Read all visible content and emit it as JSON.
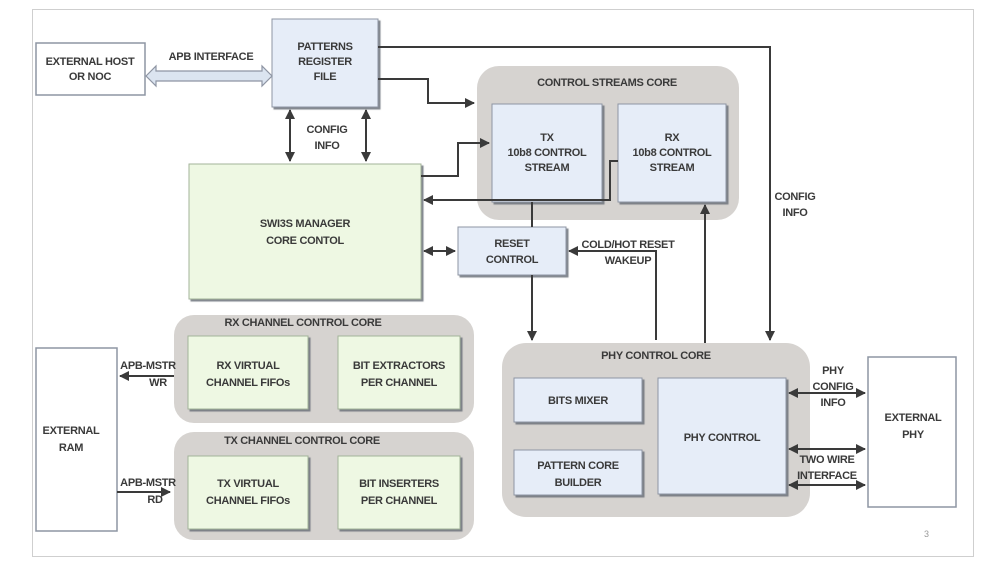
{
  "diagram": {
    "page_number": "3",
    "colors": {
      "blue_box": "#e6edf8",
      "green_box": "#eef8e3",
      "core_group": "#d6d3d0",
      "line": "#3a3a3a",
      "external_box": "#ffffff",
      "apb_arrow": "#dbe4f0"
    },
    "nodes": {
      "external_host": [
        "EXTERNAL HOST",
        "OR NOC"
      ],
      "patterns_register_file": [
        "PATTERNS",
        "REGISTER",
        "FILE"
      ],
      "control_streams_core": "CONTROL STREAMS CORE",
      "tx_control_stream": [
        "TX",
        "10b8 CONTROL",
        "STREAM"
      ],
      "rx_control_stream": [
        "RX",
        "10b8 CONTROL",
        "STREAM"
      ],
      "manager_core": [
        "SWI3S MANAGER",
        "CORE CONTOL"
      ],
      "reset_control": [
        "RESET",
        "CONTROL"
      ],
      "rx_channel_core": "RX CHANNEL  CONTROL CORE",
      "rx_virtual_fifos": [
        "RX VIRTUAL",
        "CHANNEL FIFOs"
      ],
      "bit_extractors": [
        "BIT EXTRACTORS",
        "PER CHANNEL"
      ],
      "tx_channel_core": "TX CHANNEL  CONTROL CORE",
      "tx_virtual_fifos": [
        "TX VIRTUAL",
        "CHANNEL FIFOs"
      ],
      "bit_inserters": [
        "BIT INSERTERS",
        "PER CHANNEL"
      ],
      "external_ram": [
        "EXTERNAL",
        "RAM"
      ],
      "phy_control_core": "PHY CONTROL CORE",
      "bits_mixer": "BITS MIXER",
      "pattern_core_builder": [
        "PATTERN CORE",
        "BUILDER"
      ],
      "phy_control": "PHY CONTROL",
      "external_phy": [
        "EXTERNAL",
        "PHY"
      ]
    },
    "edge_labels": {
      "apb_interface": "APB INTERFACE",
      "config_info_mid": [
        "CONFIG",
        "INFO"
      ],
      "config_info_right": [
        "CONFIG",
        "INFO"
      ],
      "cold_hot_reset": [
        "COLD/HOT RESET",
        "WAKEUP"
      ],
      "apb_mstr_wr": [
        "APB-MSTR",
        "WR"
      ],
      "apb_mstr_rd": [
        "APB-MSTR",
        "RD"
      ],
      "phy_config_info": [
        "PHY",
        "CONFIG",
        "INFO"
      ],
      "two_wire_interface": [
        "TWO WIRE",
        "INTERFACE"
      ]
    }
  }
}
